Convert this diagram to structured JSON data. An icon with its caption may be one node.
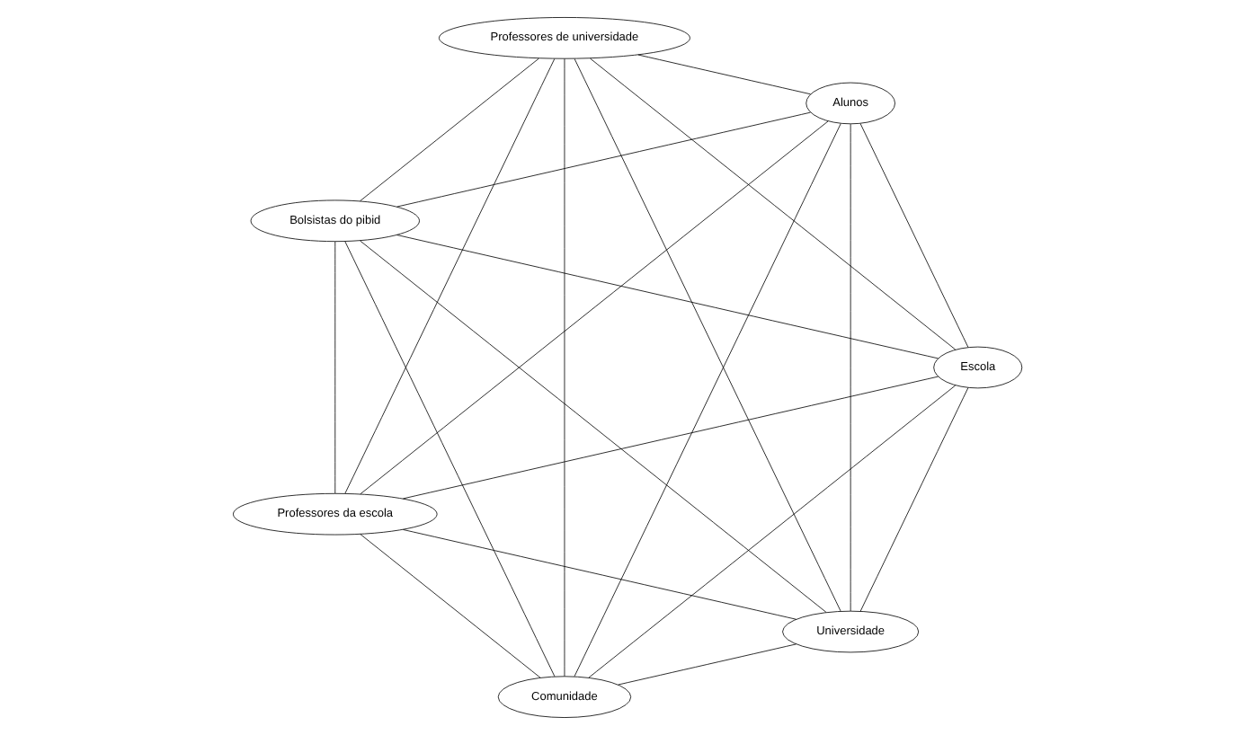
{
  "diagram": {
    "nodes": [
      {
        "text": [
          "Universidade"
        ]
      },
      {
        "text": [
          "Escola"
        ]
      },
      {
        "text": [
          "Professores da escola"
        ]
      },
      {
        "text": [
          "Bolsistas do pibid"
        ]
      },
      {
        "text": [
          "Professores de universidade"
        ]
      },
      {
        "text": [
          "Alunos"
        ]
      },
      {
        "text": [
          "Comunidade"
        ]
      }
    ],
    "edges": [
      {
        "from": 0,
        "to": 1,
        "arrow": "none"
      },
      {
        "from": 0,
        "to": 2,
        "arrow": "none"
      },
      {
        "from": 0,
        "to": 3,
        "arrow": "none"
      },
      {
        "from": 0,
        "to": 4,
        "arrow": "none"
      },
      {
        "from": 0,
        "to": 5,
        "arrow": "none"
      },
      {
        "from": 0,
        "to": 6,
        "arrow": "none"
      },
      {
        "from": 1,
        "to": 2,
        "arrow": "none"
      },
      {
        "from": 1,
        "to": 3,
        "arrow": "none"
      },
      {
        "from": 1,
        "to": 4,
        "arrow": "none"
      },
      {
        "from": 1,
        "to": 5,
        "arrow": "none"
      },
      {
        "from": 1,
        "to": 6,
        "arrow": "none"
      },
      {
        "from": 2,
        "to": 3,
        "arrow": "none"
      },
      {
        "from": 2,
        "to": 4,
        "arrow": "none"
      },
      {
        "from": 2,
        "to": 5,
        "arrow": "none"
      },
      {
        "from": 2,
        "to": 6,
        "arrow": "none"
      },
      {
        "from": 3,
        "to": 4,
        "arrow": "none"
      },
      {
        "from": 3,
        "to": 5,
        "arrow": "none"
      },
      {
        "from": 3,
        "to": 6,
        "arrow": "none"
      },
      {
        "from": 4,
        "to": 5,
        "arrow": "none"
      },
      {
        "from": 4,
        "to": 6,
        "arrow": "none"
      },
      {
        "from": 5,
        "to": 6,
        "arrow": "none"
      }
    ]
  }
}
